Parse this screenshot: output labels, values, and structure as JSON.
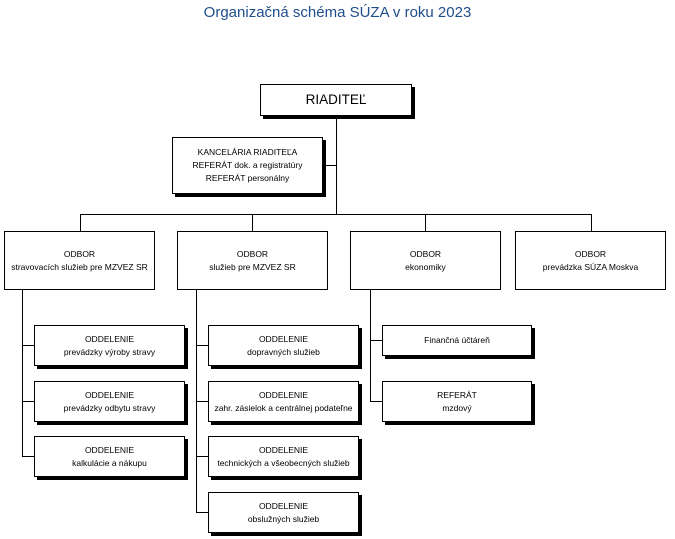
{
  "title": "Organizačná schéma SÚZA v roku 2023",
  "director": "RIADITEĽ",
  "office": {
    "line1": "KANCELÁRIA RIADITEĽA",
    "line2": "REFERÁT dok. a registratúry",
    "line3": "REFERÁT personálny"
  },
  "departments": [
    {
      "line1": "ODBOR",
      "line2": "stravovacích služieb pre MZVEZ SR",
      "units": [
        {
          "line1": "ODDELENIE",
          "line2": "prevádzky výroby stravy"
        },
        {
          "line1": "ODDELENIE",
          "line2": "prevádzky odbytu stravy"
        },
        {
          "line1": "ODDELENIE",
          "line2": "kalkulácie a nákupu"
        }
      ]
    },
    {
      "line1": "ODBOR",
      "line2": "služieb pre MZVEZ SR",
      "units": [
        {
          "line1": "ODDELENIE",
          "line2": "dopravných služieb"
        },
        {
          "line1": "ODDELENIE",
          "line2": "zahr. zásielok a centrálnej podateľne"
        },
        {
          "line1": "ODDELENIE",
          "line2": "technických a všeobecných služieb"
        },
        {
          "line1": "ODDELENIE",
          "line2": "obslužných služieb"
        }
      ]
    },
    {
      "line1": "ODBOR",
      "line2": "ekonomiky",
      "units": [
        {
          "line1": "Finančná účtáreň"
        },
        {
          "line1": "REFERÁT",
          "line2": "mzdový"
        }
      ]
    },
    {
      "line1": "ODBOR",
      "line2": "prevádzka SÚZA Moskva",
      "units": []
    }
  ]
}
